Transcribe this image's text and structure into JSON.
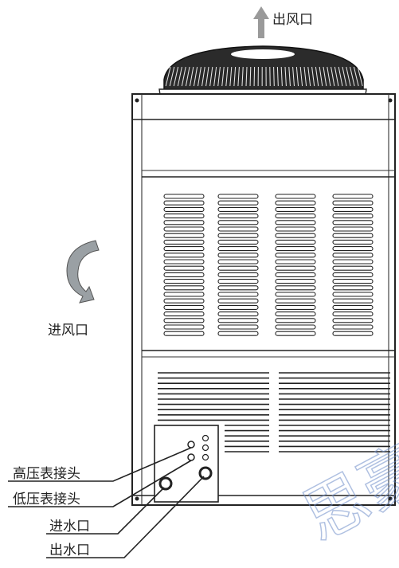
{
  "labels": {
    "air_outlet": "出风口",
    "air_inlet": "进风口",
    "high_pressure_gauge": "高压表接头",
    "low_pressure_gauge": "低压表接头",
    "water_inlet": "进水口",
    "water_outlet": "出水口"
  },
  "colors": {
    "ink": "#222222",
    "fan_grille": "#2b2b2b",
    "inlet_arrow": "#9aa0a4",
    "watermark": "#6f8ec9"
  },
  "watermark_text": "思豪"
}
